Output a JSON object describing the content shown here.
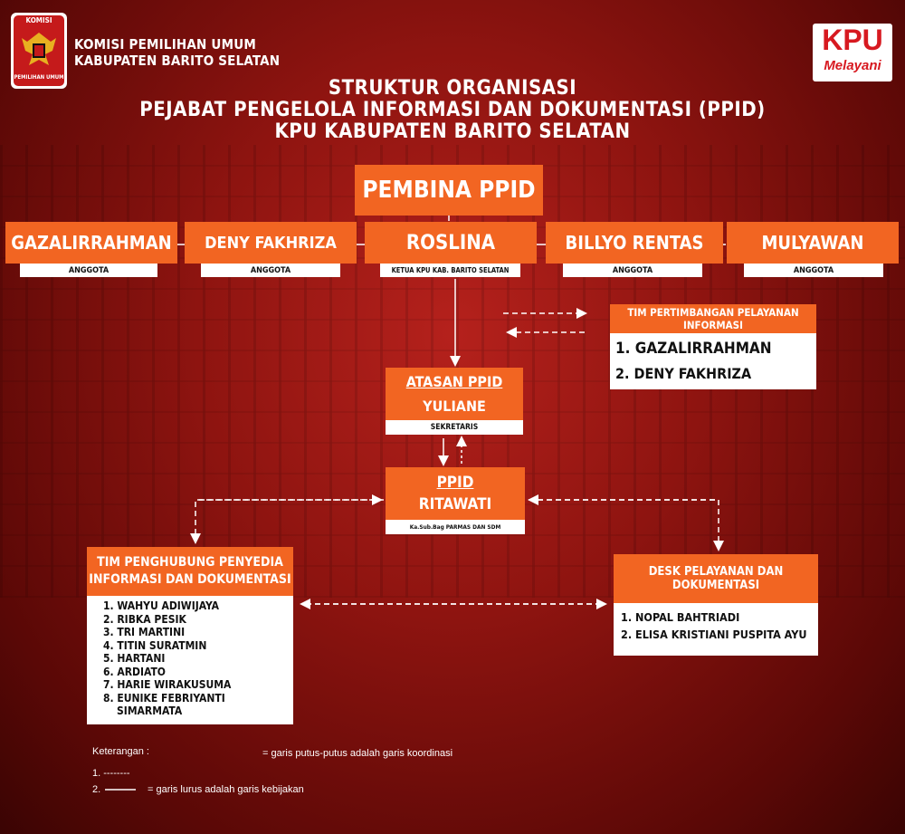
{
  "header": {
    "org_line1": "KOMISI PEMILIHAN UMUM",
    "org_line2": "KABUPATEN BARITO SELATAN",
    "seal_text_top": "KOMISI",
    "seal_text_bottom": "PEMILIHAN UMUM",
    "title_line1": "STRUKTUR ORGANISASI",
    "title_line2": "PEJABAT PENGELOLA INFORMASI DAN DOKUMENTASI (PPID)",
    "title_line3": "KPU KABUPATEN BARITO SELATAN",
    "brand_big": "KPU",
    "brand_small": "Melayani"
  },
  "pembina": {
    "label": "PEMBINA PPID"
  },
  "members": [
    {
      "name": "GAZALIRRAHMAN",
      "role": "ANGGOTA"
    },
    {
      "name": "DENY FAKHRIZA",
      "role": "ANGGOTA"
    },
    {
      "name": "ROSLINA",
      "role": "KETUA KPU KAB. BARITO SELATAN"
    },
    {
      "name": "BILLYO RENTAS",
      "role": "ANGGOTA"
    },
    {
      "name": "MULYAWAN",
      "role": "ANGGOTA"
    }
  ],
  "tim_pertimbangan": {
    "title": "TIM PERTIMBANGAN PELAYANAN INFORMASI",
    "items": [
      "1. GAZALIRRAHMAN",
      "2.  DENY FAKHRIZA"
    ]
  },
  "atasan": {
    "title": "ATASAN PPID",
    "name": "YULIANE",
    "role": "SEKRETARIS"
  },
  "ppid": {
    "title": "PPID",
    "name": "RITAWATI",
    "role": "Ka.Sub.Bag PARMAS DAN SDM"
  },
  "tim_penghubung": {
    "title_line1": "TIM PENGHUBUNG PENYEDIA",
    "title_line2": "INFORMASI DAN DOKUMENTASI",
    "items": [
      "1. WAHYU ADIWIJAYA",
      "2. RIBKA PESIK",
      "3. TRI MARTINI",
      "4. TITIN SURATMIN",
      "5. HARTANI",
      "6. ARDIATO",
      "7. HARIE WIRAKUSUMA",
      "8. EUNIKE FEBRIYANTI",
      "    SIMARMATA"
    ]
  },
  "desk": {
    "title": "DESK PELAYANAN DAN DOKUMENTASI",
    "items": [
      "1. NOPAL BAHTRIADI",
      "2. ELISA KRISTIANI PUSPITA AYU"
    ]
  },
  "legend": {
    "heading": "Keterangan :",
    "item1_num": "1. --------",
    "item1_text": "= garis putus-putus adalah garis koordinasi",
    "item2_num": "2.",
    "item2_text": "= garis lurus adalah garis kebijakan"
  },
  "colors": {
    "accent": "#f26522",
    "background": "#8e1410",
    "box": "#ffffff"
  }
}
